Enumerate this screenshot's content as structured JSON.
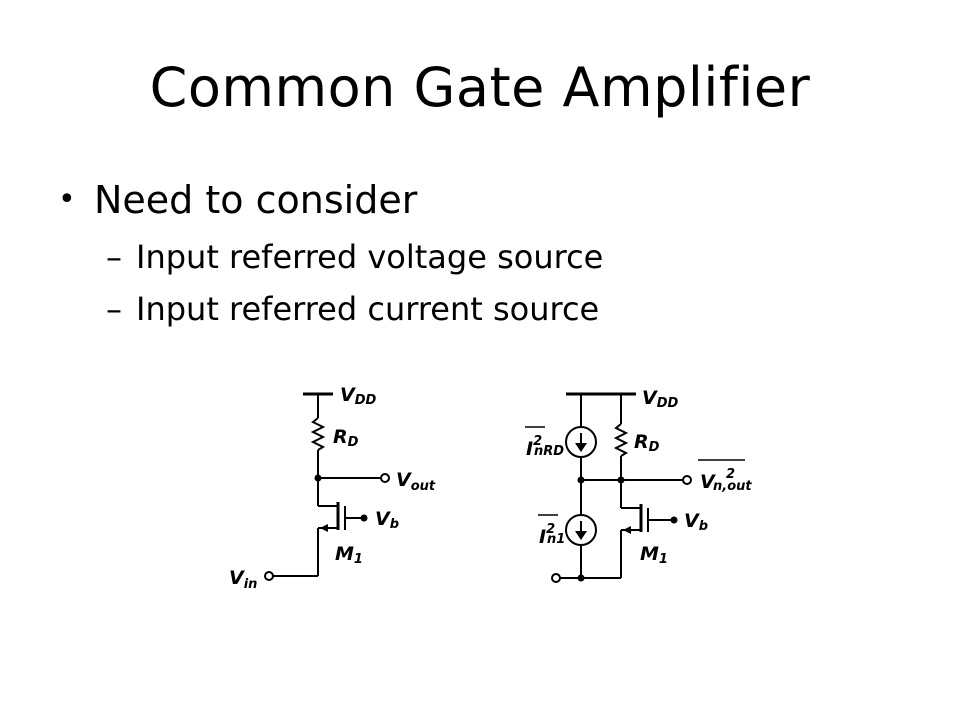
{
  "slide": {
    "title": "Common Gate Amplifier",
    "bullet": "Need to consider",
    "sub_items": [
      "Input referred voltage source",
      "Input referred current source"
    ]
  },
  "circuit_left": {
    "vdd": {
      "main": "V",
      "sub": "DD"
    },
    "rd": {
      "main": "R",
      "sub": "D"
    },
    "vout": {
      "main": "V",
      "sub": "out"
    },
    "vb": {
      "main": "V",
      "sub": "b"
    },
    "m1": {
      "main": "M",
      "sub": "1"
    },
    "vin": {
      "main": "V",
      "sub": "in"
    }
  },
  "circuit_right": {
    "vdd": {
      "main": "V",
      "sub": "DD"
    },
    "rd": {
      "main": "R",
      "sub": "D"
    },
    "inrd": {
      "main": "I",
      "sup": "2",
      "sub": "nRD"
    },
    "in1": {
      "main": "I",
      "sup": "2",
      "sub": "n1"
    },
    "vnout": {
      "main": "V",
      "sup": "2",
      "sub": "n,out"
    },
    "vb": {
      "main": "V",
      "sub": "b"
    },
    "m1": {
      "main": "M",
      "sub": "1"
    }
  }
}
